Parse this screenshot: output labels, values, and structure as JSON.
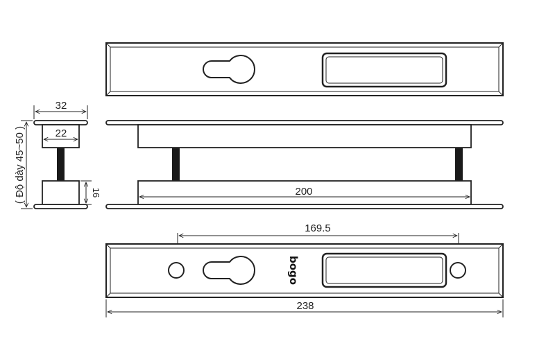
{
  "dimensions": {
    "width_total": "32",
    "width_inner": "22",
    "thickness": "( Độ dày 45~50 )",
    "block_height": "16",
    "spindle_length": "200",
    "hole_spacing": "169.5",
    "plate_length": "238"
  },
  "brand_mark": "bogo",
  "colors": {
    "stroke": "#222222",
    "fill": "#ffffff",
    "rod": "#1a1a1a"
  }
}
